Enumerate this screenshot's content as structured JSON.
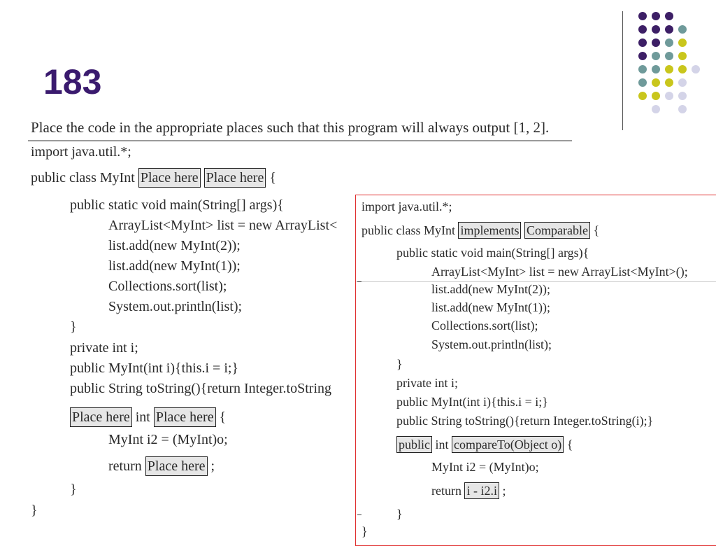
{
  "slide": {
    "title": "183",
    "instruction": "Place the code in the appropriate places such that this program will always output [1, 2]."
  },
  "colors": {
    "title": "#3a1a6e",
    "dot_purple": "#3d1f66",
    "dot_teal": "#6f9a9a",
    "dot_yellow": "#c9c61c",
    "dot_lavender": "#d4d4e8",
    "panel_border": "#e03030"
  },
  "question": {
    "l1": "import java.util.*;",
    "l2_pre": "public class MyInt ",
    "l2_box1": "Place here",
    "l2_box2": "Place here",
    "l2_post": " {",
    "l3": "public static void main(String[] args){",
    "l4": "ArrayList<MyInt> list = new ArrayList<",
    "l5": "list.add(new MyInt(2));",
    "l6": "list.add(new MyInt(1));",
    "l7": "Collections.sort(list);",
    "l8": "System.out.println(list);",
    "l9": "}",
    "l10": "private int i;",
    "l11": "public MyInt(int i){this.i = i;}",
    "l12": "public String toString(){return Integer.toString",
    "l13_box1": "Place here",
    "l13_mid": " int ",
    "l13_box2": "Place here",
    "l13_post": " {",
    "l14": "MyInt i2 = (MyInt)o;",
    "l15_pre": "return ",
    "l15_box": "Place here",
    "l15_post": " ;",
    "l16": "}",
    "l17": "}"
  },
  "answer": {
    "l1": "import java.util.*;",
    "l2_pre": "public class MyInt ",
    "l2_box1": "implements",
    "l2_box2": "Comparable",
    "l2_post": " {",
    "l3": "public static void main(String[] args){",
    "l4": "ArrayList<MyInt> list = new ArrayList<MyInt>();",
    "l5": "list.add(new MyInt(2));",
    "l6": "list.add(new MyInt(1));",
    "l7": "Collections.sort(list);",
    "l8": "System.out.println(list);",
    "l9": "}",
    "l10": "private int i;",
    "l11": "public MyInt(int i){this.i = i;}",
    "l12": "public String toString(){return Integer.toString(i);}",
    "l13_box1": "public",
    "l13_mid": " int ",
    "l13_box2": "compareTo(Object o)",
    "l13_post": " {",
    "l14": "MyInt i2 = (MyInt)o;",
    "l15_pre": "return ",
    "l15_box": "i - i2.i",
    "l15_post": " ;",
    "l16": "}",
    "l17": "}"
  }
}
